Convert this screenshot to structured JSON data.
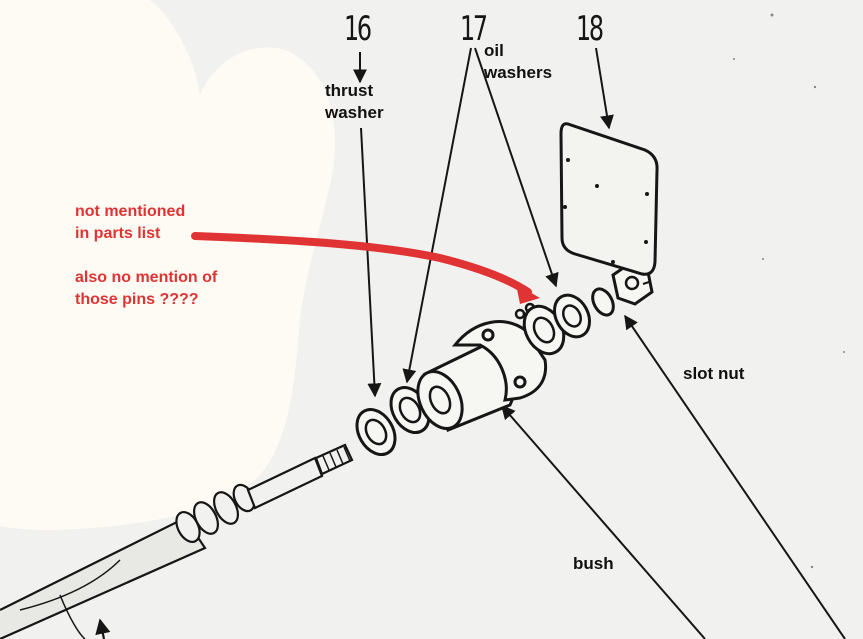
{
  "callouts": {
    "num_16": "16",
    "num_17": "17",
    "num_18": "18"
  },
  "labels": {
    "thrust_washer_line1": "thrust",
    "thrust_washer_line2": "washer",
    "oil_washers_line1": "oil",
    "oil_washers_line2": "washers",
    "slot_nut": "slot nut",
    "bush": "bush"
  },
  "annotations": {
    "note1_line1": "not mentioned",
    "note1_line2": "in parts list",
    "note2_line1": "also no mention of",
    "note2_line2": "those pins ????"
  },
  "colors": {
    "annotation": "#e03434",
    "background": "#f1f1ef",
    "ink": "#161616",
    "highlight": "#fdfbf4"
  }
}
